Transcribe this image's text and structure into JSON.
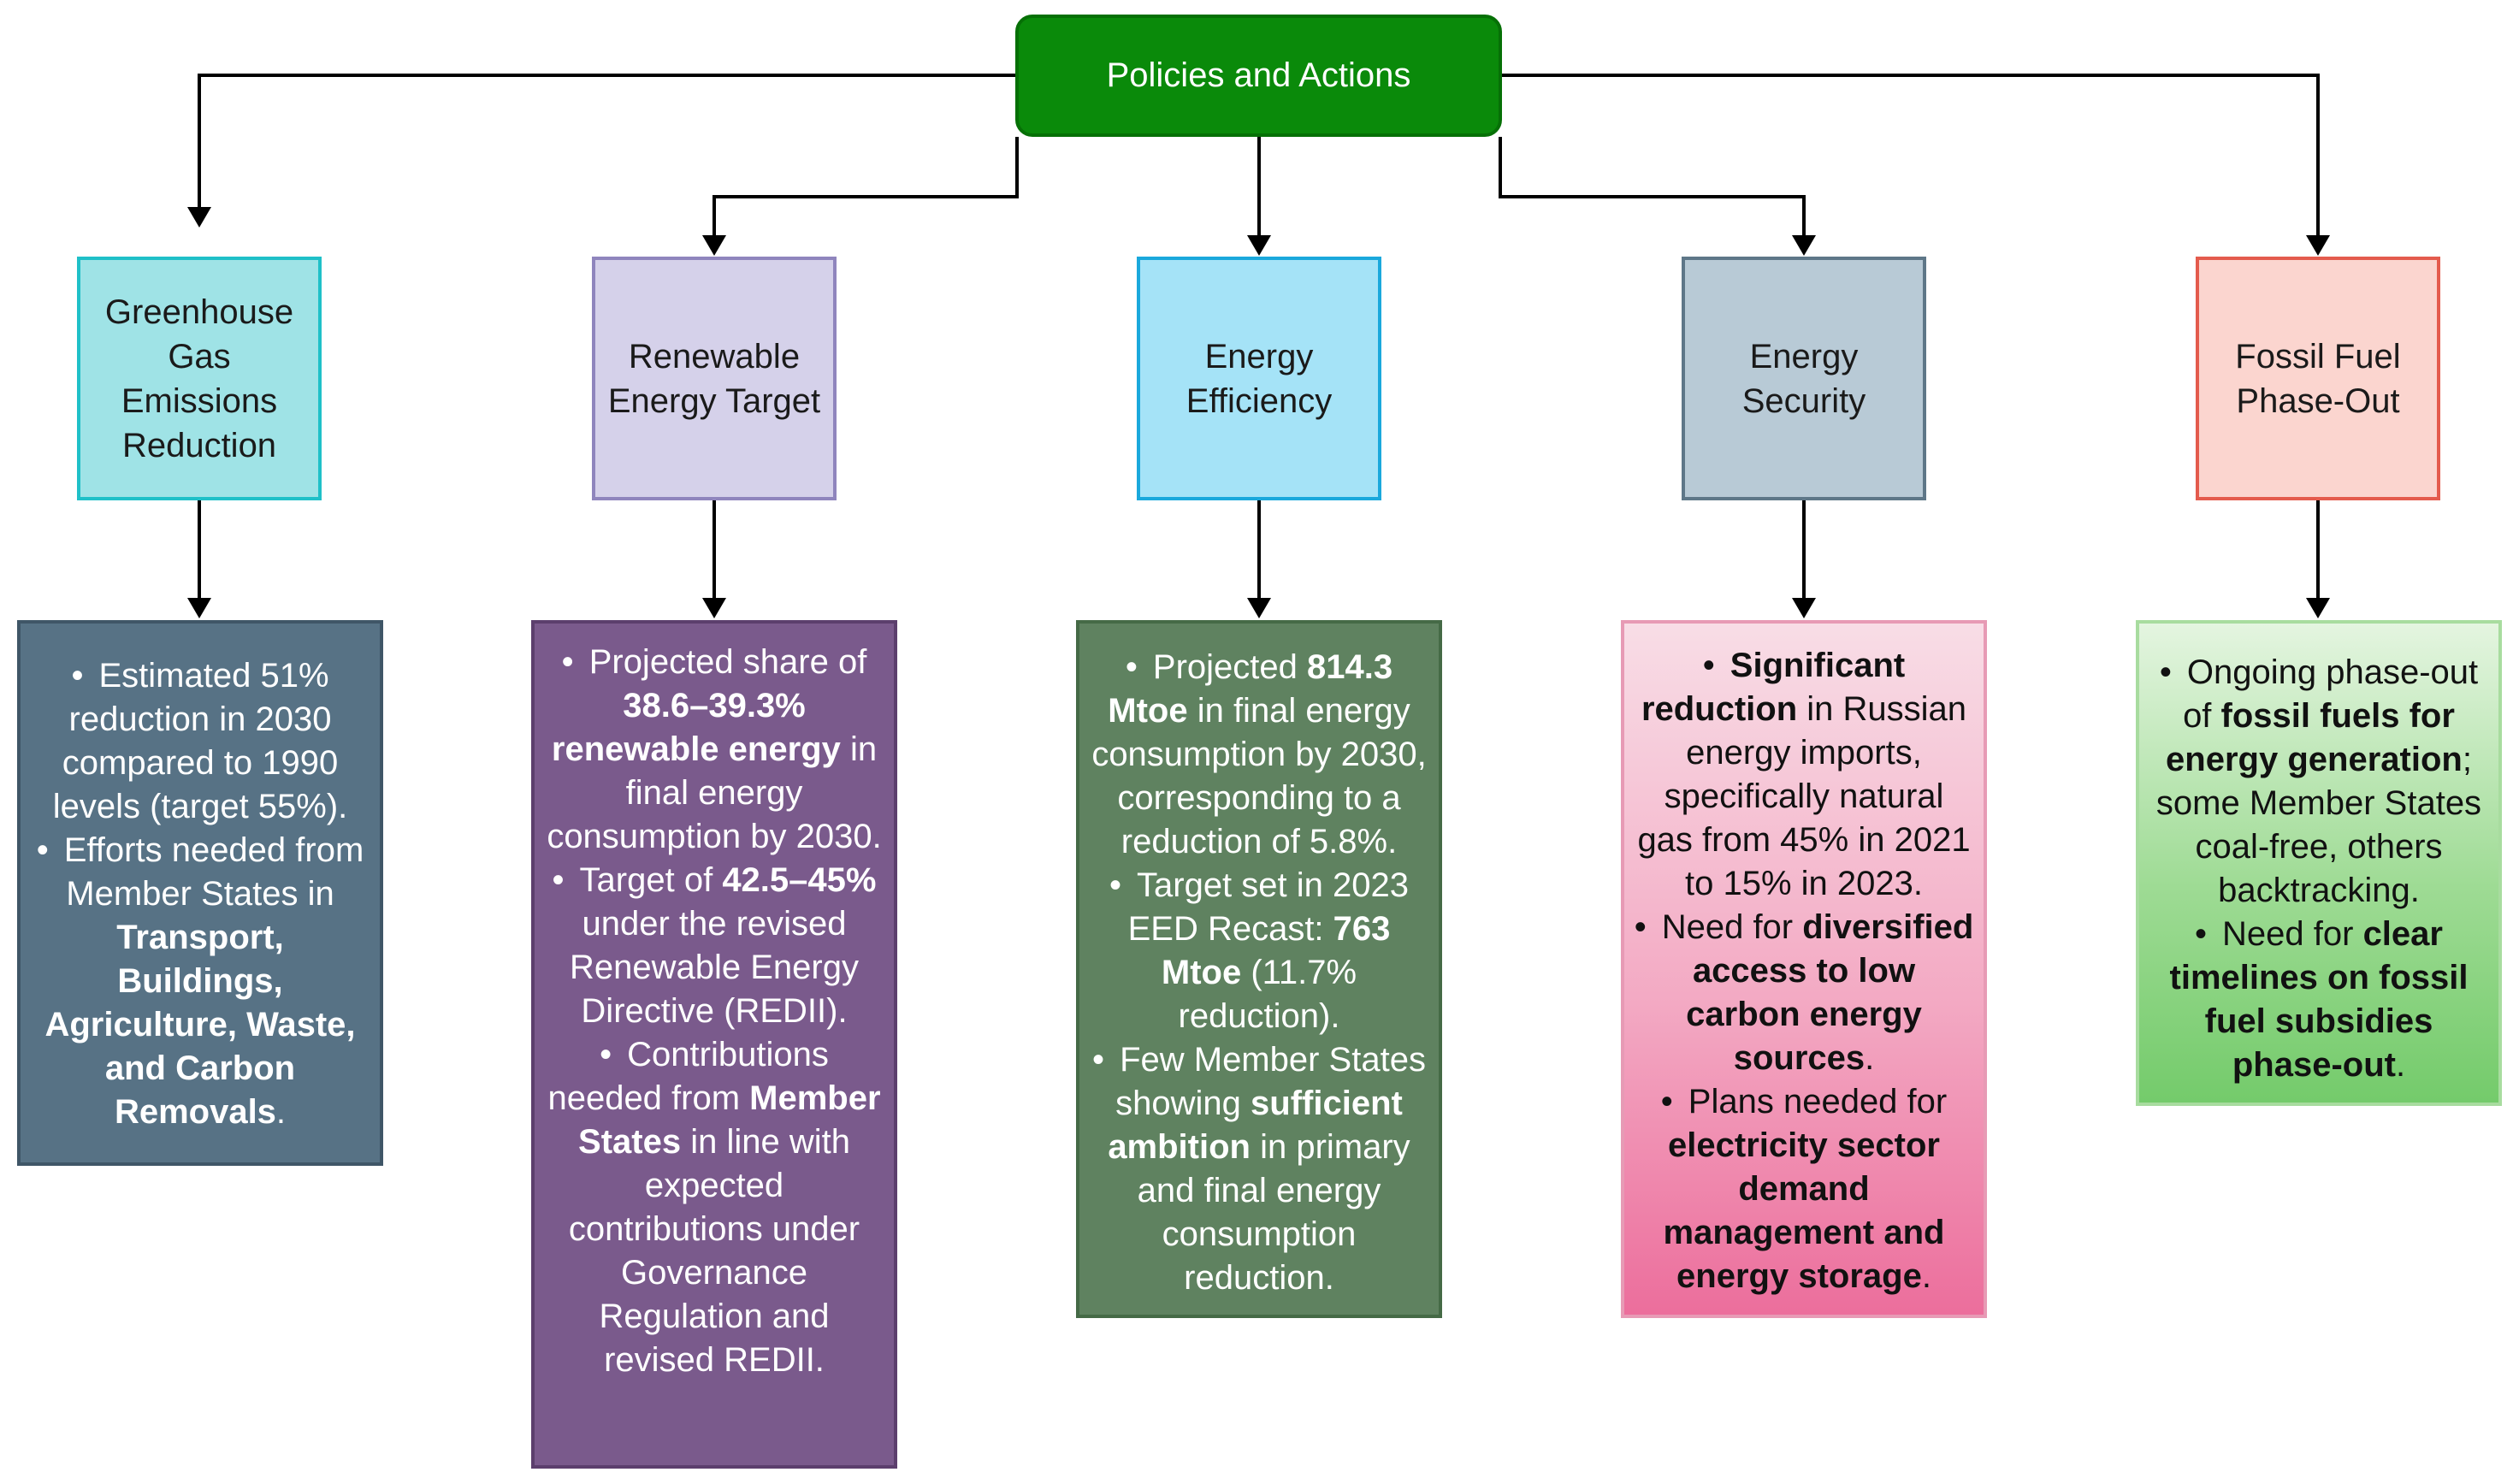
{
  "root": {
    "label": "Policies and Actions"
  },
  "categories": [
    {
      "title": "Greenhouse Gas Emissions Reduction"
    },
    {
      "title": "Renewable Energy Target"
    },
    {
      "title": "Energy Efficiency"
    },
    {
      "title": "Energy Security"
    },
    {
      "title": "Fossil Fuel Phase-Out"
    }
  ],
  "details": [
    {
      "bullets": [
        {
          "segments": [
            {
              "text": "Estimated 51% reduction in 2030 compared to 1990 levels (target 55%).",
              "bold": false
            }
          ]
        },
        {
          "segments": [
            {
              "text": "Efforts needed from Member States in ",
              "bold": false
            },
            {
              "text": "Transport, Buildings, Agriculture, Waste, and Carbon Removals",
              "bold": true
            },
            {
              "text": ".",
              "bold": false
            }
          ]
        }
      ]
    },
    {
      "bullets": [
        {
          "segments": [
            {
              "text": "Projected share of ",
              "bold": false
            },
            {
              "text": "38.6–39.3% renewable energy",
              "bold": true
            },
            {
              "text": " in final energy consumption by 2030.",
              "bold": false
            }
          ]
        },
        {
          "segments": [
            {
              "text": "Target of ",
              "bold": false
            },
            {
              "text": "42.5–45%",
              "bold": true
            },
            {
              "text": " under the revised Renewable Energy Directive (REDII).",
              "bold": false
            }
          ]
        },
        {
          "segments": [
            {
              "text": "Contributions needed from ",
              "bold": false
            },
            {
              "text": "Member States",
              "bold": true
            },
            {
              "text": " in line with expected contributions under Governance Regulation and revised REDII.",
              "bold": false
            }
          ]
        }
      ]
    },
    {
      "bullets": [
        {
          "segments": [
            {
              "text": "Projected ",
              "bold": false
            },
            {
              "text": "814.3 Mtoe",
              "bold": true
            },
            {
              "text": " in final energy consumption by 2030, corresponding to a reduction of 5.8%.",
              "bold": false
            }
          ]
        },
        {
          "segments": [
            {
              "text": "Target set in 2023 EED Recast: ",
              "bold": false
            },
            {
              "text": "763 Mtoe",
              "bold": true
            },
            {
              "text": " (11.7% reduction).",
              "bold": false
            }
          ]
        },
        {
          "segments": [
            {
              "text": "Few Member States showing ",
              "bold": false
            },
            {
              "text": "sufficient ambition",
              "bold": true
            },
            {
              "text": " in primary and final energy consumption reduction.",
              "bold": false
            }
          ]
        }
      ]
    },
    {
      "bullets": [
        {
          "segments": [
            {
              "text": "Significant reduction",
              "bold": true
            },
            {
              "text": " in Russian energy imports, specifically natural gas from 45% in 2021 to 15% in 2023.",
              "bold": false
            }
          ]
        },
        {
          "segments": [
            {
              "text": "Need for ",
              "bold": false
            },
            {
              "text": "diversified access to low carbon energy sources",
              "bold": true
            },
            {
              "text": ".",
              "bold": false
            }
          ]
        },
        {
          "segments": [
            {
              "text": "Plans needed for ",
              "bold": false
            },
            {
              "text": "electricity sector demand management and energy storage",
              "bold": true
            },
            {
              "text": ".",
              "bold": false
            }
          ]
        }
      ]
    },
    {
      "bullets": [
        {
          "segments": [
            {
              "text": "Ongoing phase-out of ",
              "bold": false
            },
            {
              "text": "fossil fuels for energy generation",
              "bold": true
            },
            {
              "text": "; some Member States coal-free, others backtracking.",
              "bold": false
            }
          ]
        },
        {
          "segments": [
            {
              "text": "Need for ",
              "bold": false
            },
            {
              "text": "clear timelines on fossil fuel subsidies phase-out",
              "bold": true
            },
            {
              "text": ".",
              "bold": false
            }
          ]
        }
      ]
    }
  ]
}
